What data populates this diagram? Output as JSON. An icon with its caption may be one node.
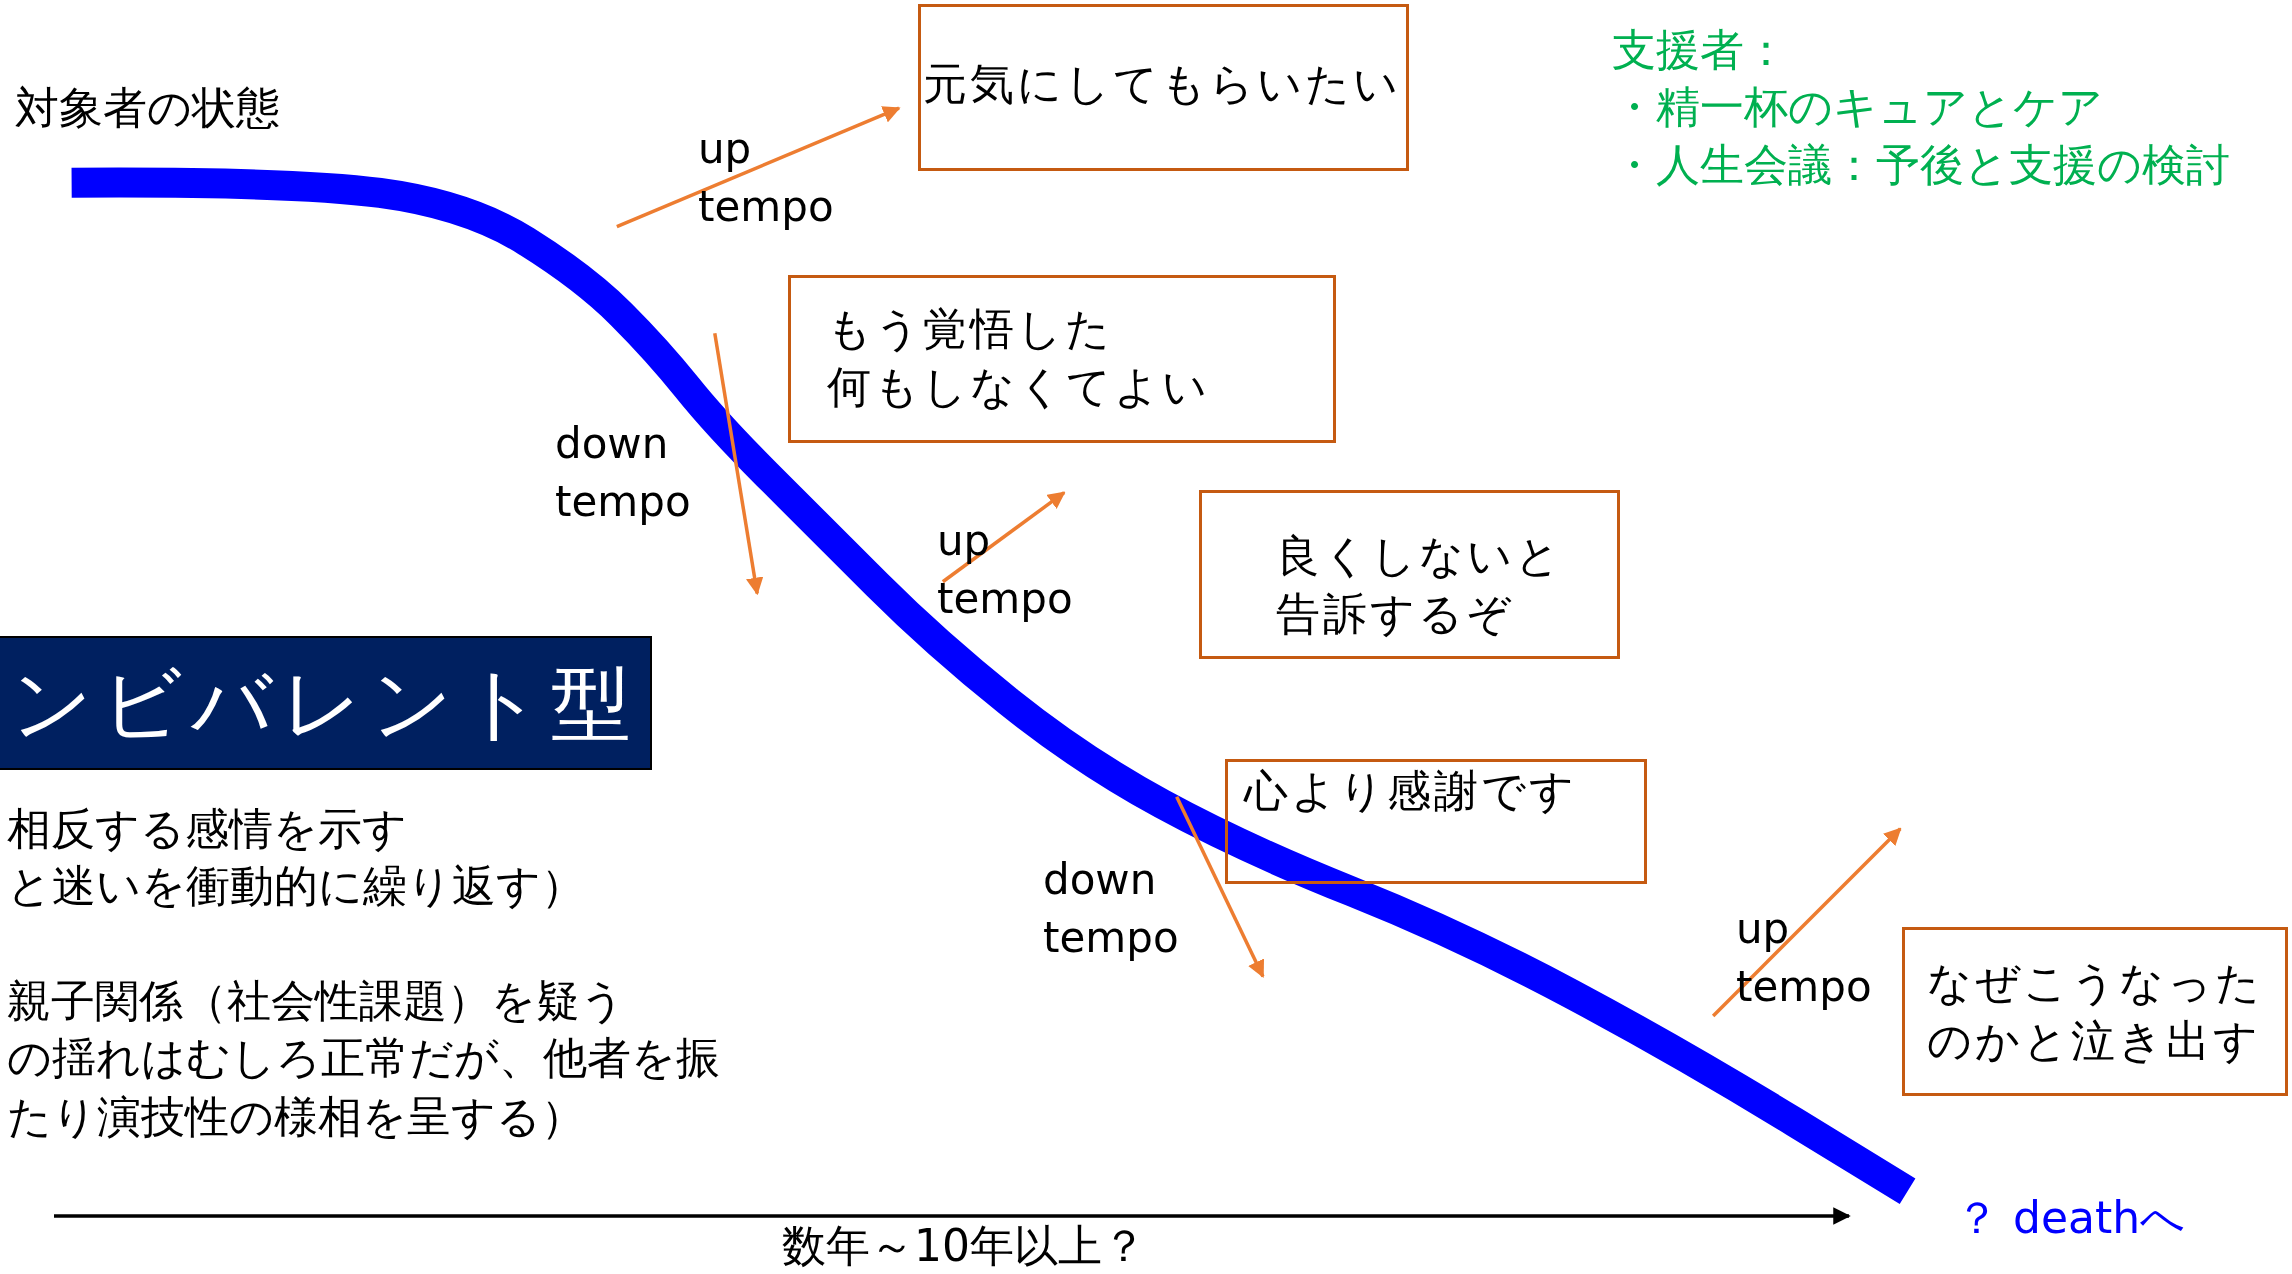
{
  "diagram": {
    "nodes": [
      {
        "text": [
          "元気にしてもらいたい"
        ]
      },
      {
        "text": [
          "もう覚悟した何もしなくてよい"
        ]
      },
      {
        "text": [
          "良くしないと告訴するぞ"
        ]
      },
      {
        "text": [
          "心より感謝です"
        ]
      },
      {
        "text": [
          "なぜこうなったのかと泣き出す"
        ]
      },
      {
        "text": [
          "ンビバレント型"
        ]
      }
    ],
    "labels": [
      "対象者の状態",
      "支援者：",
      "・精一杯のキュアとケア",
      "・人生会議：予後と支援の検討",
      "up tempo",
      "down tempo",
      "up tempo",
      "down tempo",
      "up tempo",
      "相反する感情を示す",
      "と迷いを衝動的に繰り返す）",
      "親子関係（社会性課題）を疑う",
      "の揺れはむしろ正常だが、他者を振",
      "たり演技性の様相を呈する）",
      "数年～10年以上？",
      "？ deathへ"
    ]
  }
}
